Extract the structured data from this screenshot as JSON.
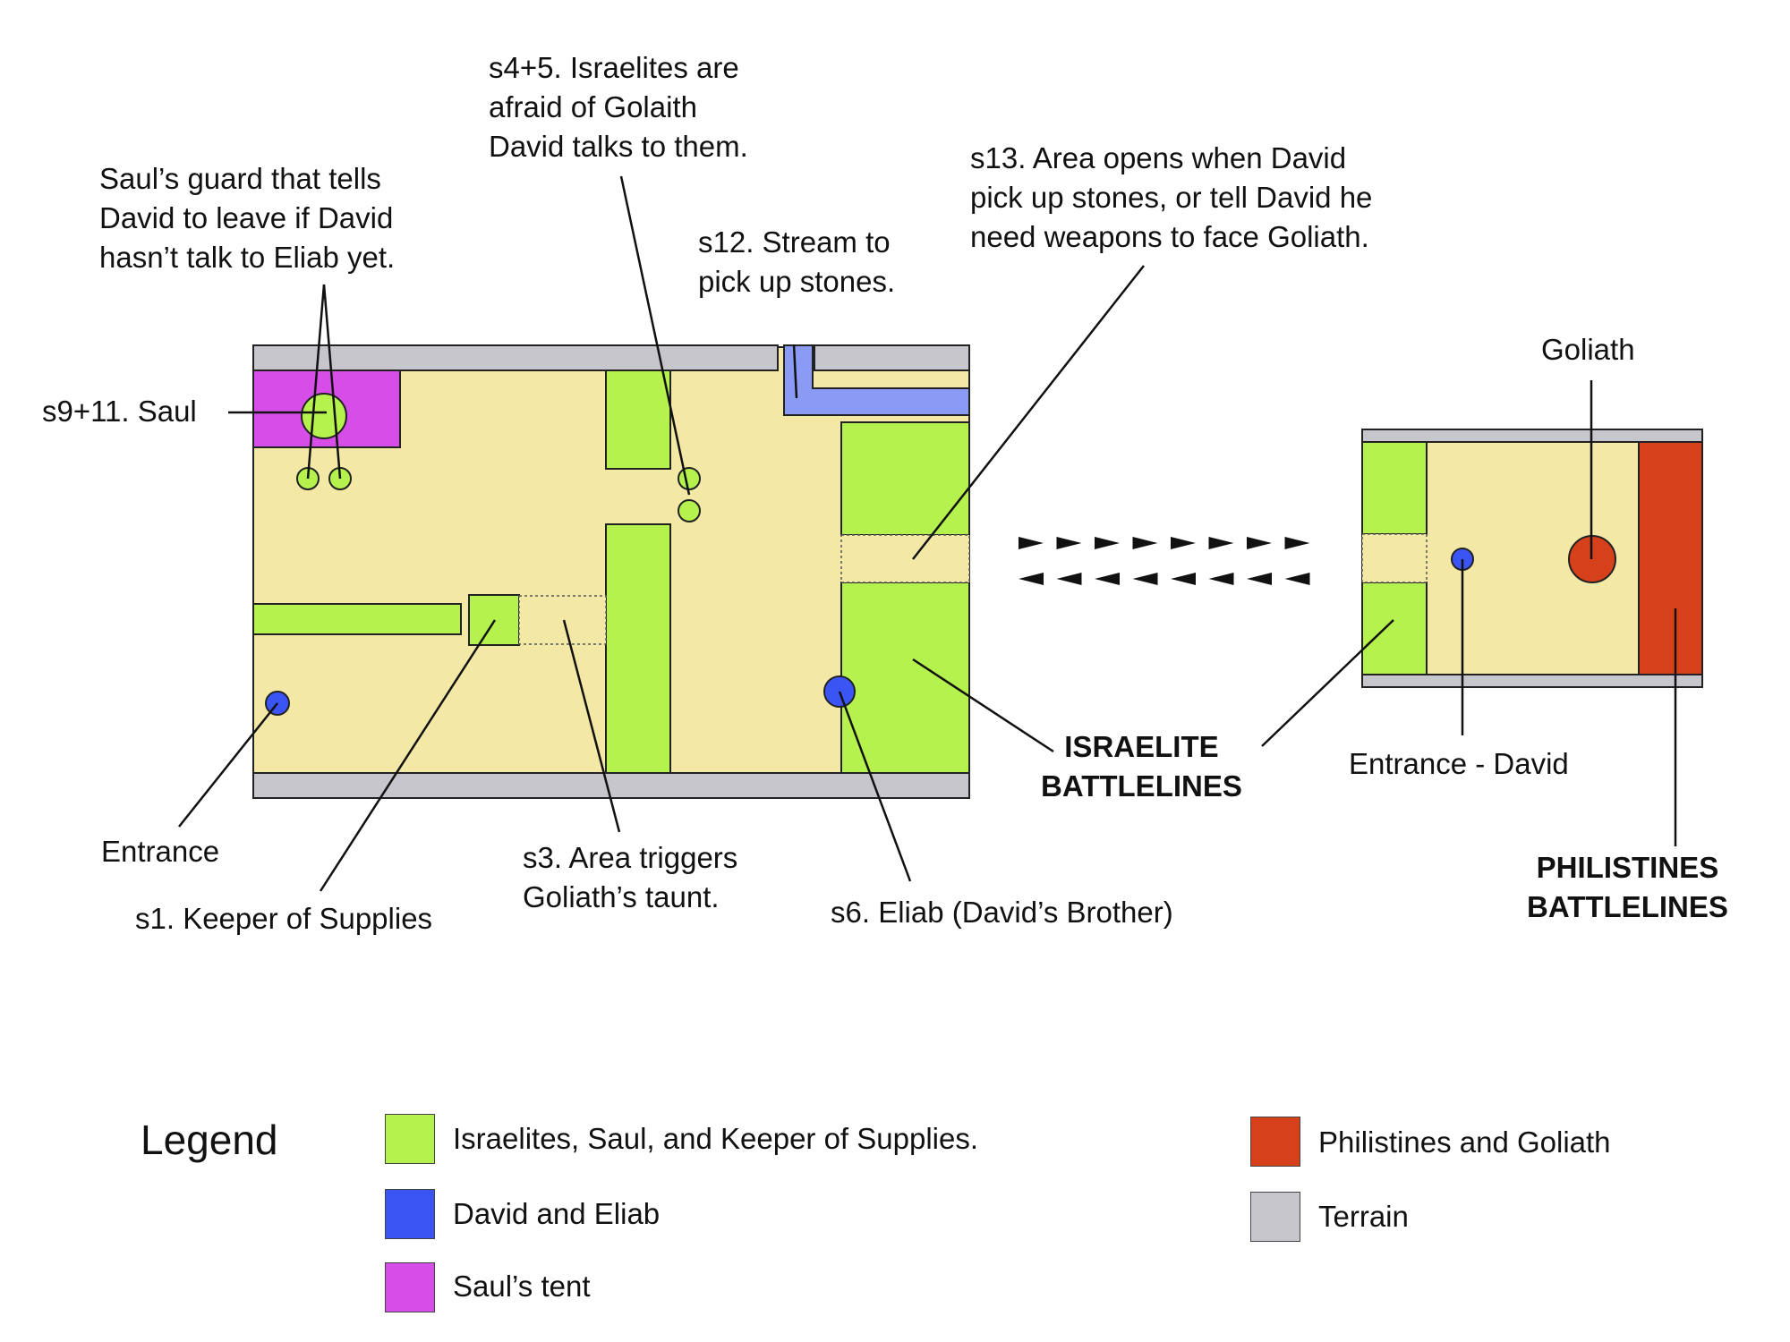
{
  "colors": {
    "israelites": "#b5f24d",
    "david": "#3b55f5",
    "saul_tent": "#d64de8",
    "philistines": "#d6401a",
    "terrain": "#c6c6cc",
    "ground": "#f4e8a6",
    "stream": "#8b9af5"
  },
  "annotations": {
    "guard": [
      "Saul’s guard that tells",
      "David to leave if David",
      "hasn’t talk to Eliab yet."
    ],
    "saul": "s9+11. Saul",
    "israelites_afraid": [
      "s4+5. Israelites are",
      "afraid of Golaith",
      "David talks to them."
    ],
    "stream": [
      "s12. Stream to",
      "pick up stones."
    ],
    "area_opens": [
      "s13. Area opens when David",
      "pick up stones, or tell David he",
      "need weapons to face Goliath."
    ],
    "goliath": "Goliath",
    "entrance": "Entrance",
    "keeper": "s1. Keeper of Supplies",
    "taunt": [
      "s3. Area triggers",
      "Goliath’s taunt."
    ],
    "eliab": "s6. Eliab (David’s Brother)",
    "israelite_battlelines": [
      "ISRAELITE",
      "BATTLELINES"
    ],
    "entrance_david": "Entrance - David",
    "philistines_battlelines": [
      "PHILISTINES",
      "BATTLELINES"
    ]
  },
  "legend": {
    "title": "Legend",
    "items": [
      {
        "color": "israelites",
        "label": "Israelites, Saul, and Keeper of Supplies."
      },
      {
        "color": "david",
        "label": "David and Eliab"
      },
      {
        "color": "saul_tent",
        "label": "Saul’s tent"
      },
      {
        "color": "philistines",
        "label": "Philistines and Goliath"
      },
      {
        "color": "terrain",
        "label": "Terrain"
      }
    ]
  }
}
